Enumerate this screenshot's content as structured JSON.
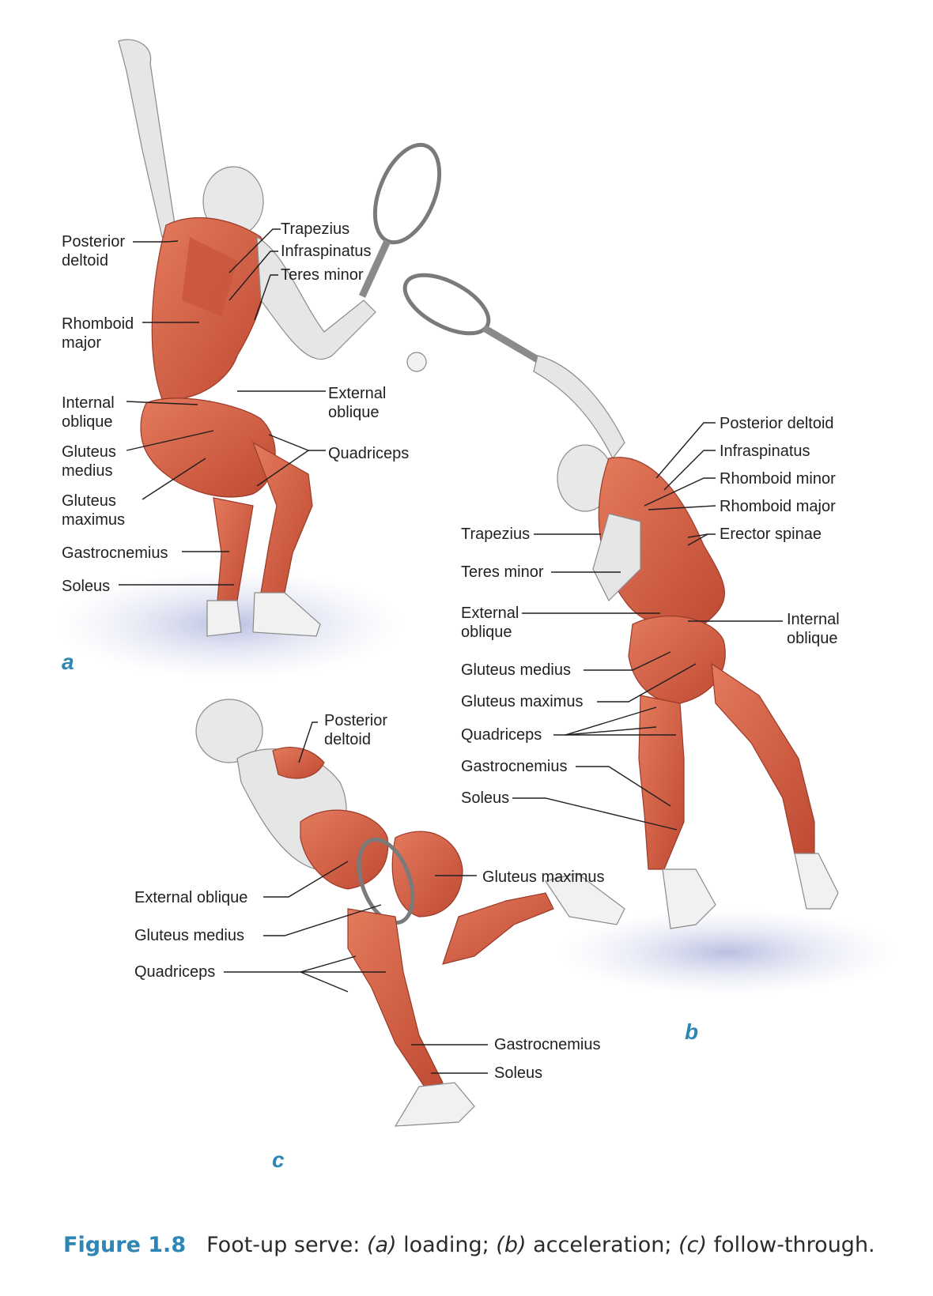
{
  "panels": {
    "a": {
      "letter": "a",
      "labels": {
        "posterior_deltoid": "Posterior\ndeltoid",
        "trapezius": "Trapezius",
        "infraspinatus": "Infraspinatus",
        "teres_minor": "Teres minor",
        "rhomboid_major": "Rhomboid\nmajor",
        "internal_oblique": "Internal\noblique",
        "external_oblique": "External\noblique",
        "gluteus_medius": "Gluteus\nmedius",
        "quadriceps": "Quadriceps",
        "gluteus_maximus": "Gluteus\nmaximus",
        "gastrocnemius": "Gastrocnemius",
        "soleus": "Soleus"
      }
    },
    "b": {
      "letter": "b",
      "labels": {
        "posterior_deltoid": "Posterior deltoid",
        "infraspinatus": "Infraspinatus",
        "rhomboid_minor": "Rhomboid minor",
        "rhomboid_major": "Rhomboid major",
        "erector_spinae": "Erector spinae",
        "trapezius": "Trapezius",
        "teres_minor": "Teres minor",
        "external_oblique": "External\noblique",
        "internal_oblique": "Internal\noblique",
        "gluteus_medius": "Gluteus medius",
        "gluteus_maximus": "Gluteus maximus",
        "quadriceps": "Quadriceps",
        "gastrocnemius": "Gastrocnemius",
        "soleus": "Soleus"
      }
    },
    "c": {
      "letter": "c",
      "labels": {
        "posterior_deltoid": "Posterior\ndeltoid",
        "gluteus_maximus": "Gluteus maximus",
        "external_oblique": "External oblique",
        "gluteus_medius": "Gluteus medius",
        "quadriceps": "Quadriceps",
        "gastrocnemius": "Gastrocnemius",
        "soleus": "Soleus"
      }
    }
  },
  "caption": {
    "number": "Figure 1.8",
    "lead": "Foot-up serve: ",
    "a": "(a)",
    "a_text": " loading; ",
    "b": "(b)",
    "b_text": " acceleration; ",
    "c": "(c)",
    "c_text": " follow-through."
  },
  "colors": {
    "muscle": "#d9664a",
    "muscle_dark": "#b8452f",
    "skin": "#e9e9e9",
    "shadow": "#c9cde6",
    "accent": "#2e86b5"
  }
}
